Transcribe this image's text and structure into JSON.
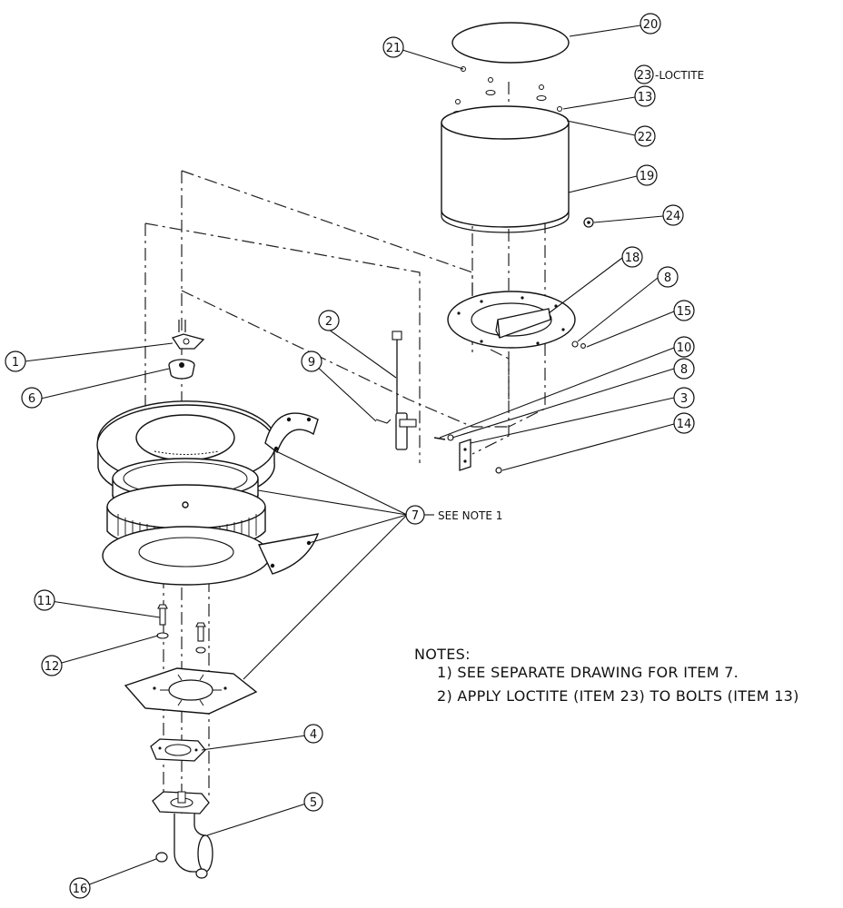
{
  "balloons": {
    "b1": "1",
    "b2": "2",
    "b3": "3",
    "b4": "4",
    "b5": "5",
    "b6": "6",
    "b7": "7",
    "b8a": "8",
    "b8b": "8",
    "b9": "9",
    "b10": "10",
    "b11": "11",
    "b12": "12",
    "b13": "13",
    "b14": "14",
    "b15": "15",
    "b16": "16",
    "b18": "18",
    "b19": "19",
    "b20": "20",
    "b21": "21",
    "b22": "22",
    "b23": "23",
    "b24": "24"
  },
  "annotations": {
    "loctite_label": "-LOCTITE",
    "see_note_label": "SEE NOTE 1"
  },
  "notes": {
    "heading": "NOTES:",
    "items": [
      "1)  SEE SEPARATE DRAWING FOR ITEM 7.",
      "2)  APPLY LOCTITE (ITEM 23) TO BOLTS (ITEM 13)"
    ]
  }
}
